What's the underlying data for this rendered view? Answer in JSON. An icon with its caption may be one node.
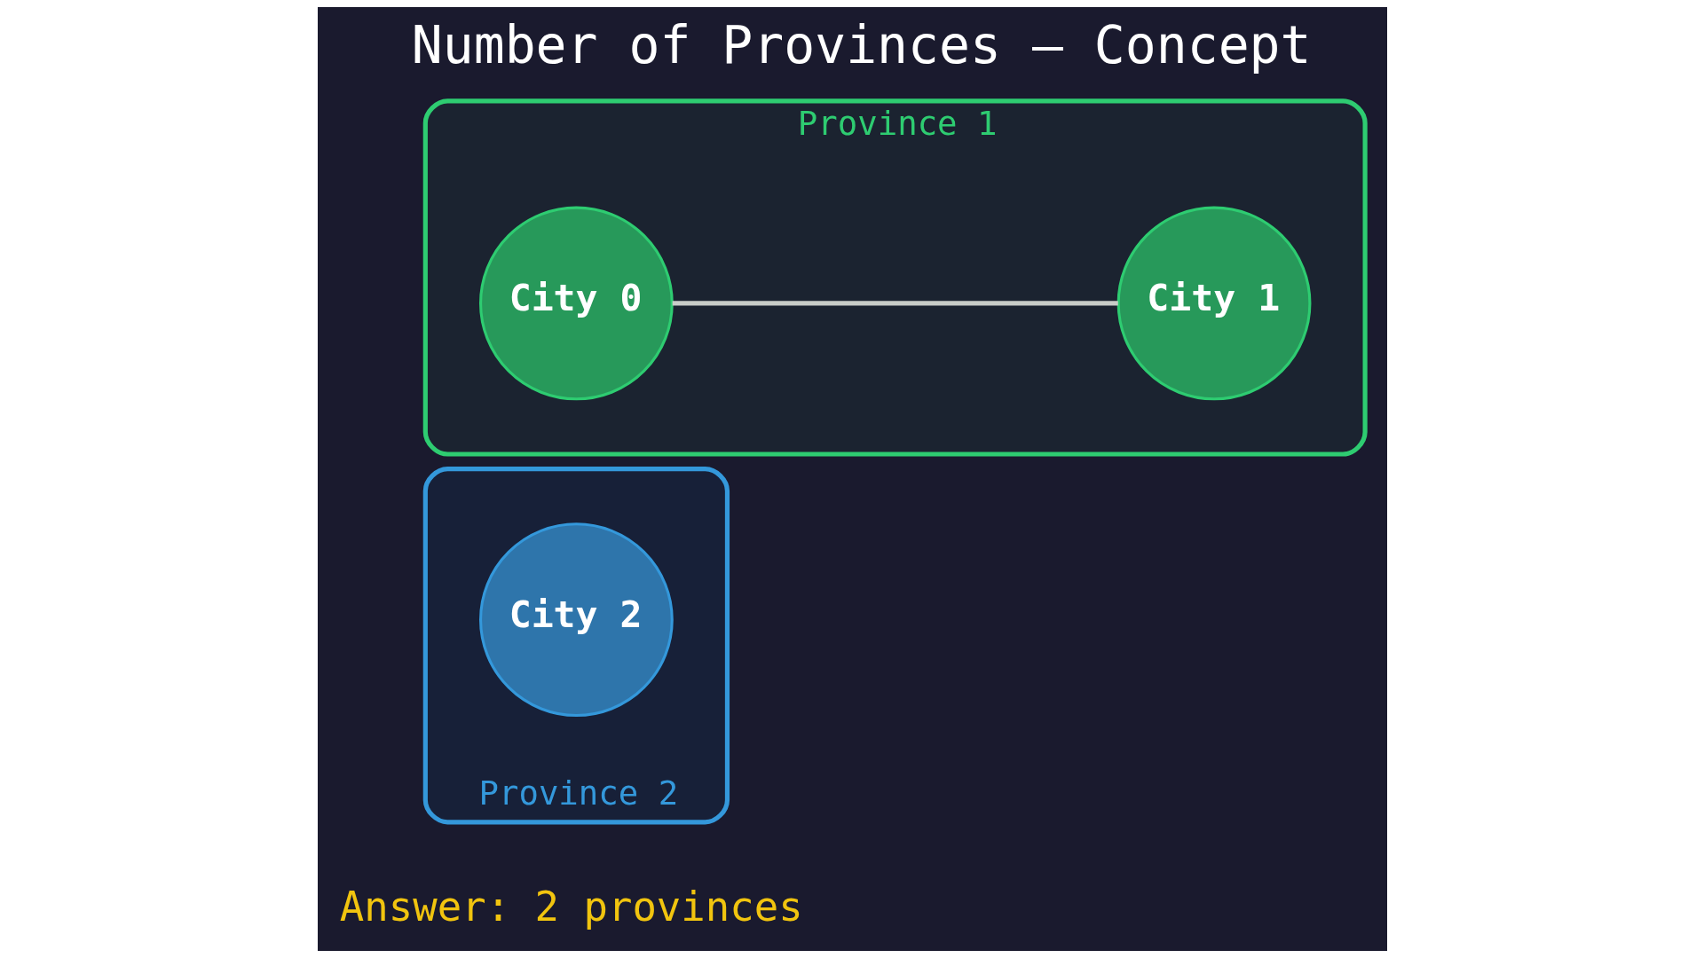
{
  "diagram": {
    "title": "Number of Provinces — Concept",
    "nodes": [
      {
        "text": [
          "Province 1"
        ]
      },
      {
        "text": [
          "City 0"
        ],
        "in": 0
      },
      {
        "text": [
          "City 1"
        ],
        "in": 0
      },
      {
        "text": [
          "Province 2"
        ]
      },
      {
        "text": [
          "City 2"
        ],
        "in": 3
      }
    ],
    "edges": [
      {
        "from": 1,
        "to": 2,
        "arrow": "none"
      }
    ],
    "labels": [
      "Answer: 2 provinces"
    ]
  }
}
